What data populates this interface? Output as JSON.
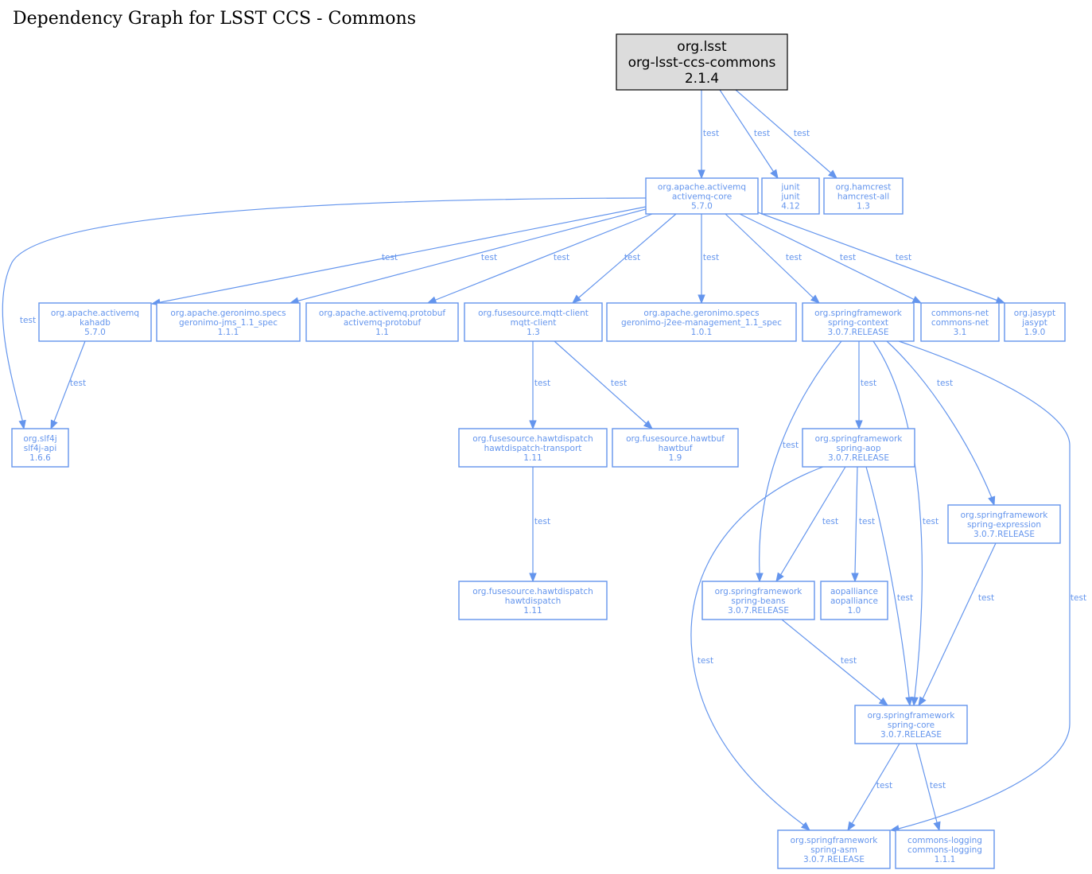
{
  "title": "Dependency Graph for LSST CCS - Commons",
  "colors": {
    "edge": "#6495ed",
    "node_border": "#6495ed",
    "root_fill": "#dcdcdc",
    "root_border": "#000000"
  },
  "nodes": [
    {
      "id": "root",
      "group": "org.lsst",
      "artifact": "org-lsst-ccs-commons",
      "version": "2.1.4",
      "root": true
    },
    {
      "id": "activemq-core",
      "group": "org.apache.activemq",
      "artifact": "activemq-core",
      "version": "5.7.0"
    },
    {
      "id": "junit",
      "group": "junit",
      "artifact": "junit",
      "version": "4.12"
    },
    {
      "id": "hamcrest-all",
      "group": "org.hamcrest",
      "artifact": "hamcrest-all",
      "version": "1.3"
    },
    {
      "id": "kahadb",
      "group": "org.apache.activemq",
      "artifact": "kahadb",
      "version": "5.7.0"
    },
    {
      "id": "geronimo-jms",
      "group": "org.apache.geronimo.specs",
      "artifact": "geronimo-jms_1.1_spec",
      "version": "1.1.1"
    },
    {
      "id": "activemq-protobuf",
      "group": "org.apache.activemq.protobuf",
      "artifact": "activemq-protobuf",
      "version": "1.1"
    },
    {
      "id": "mqtt-client",
      "group": "org.fusesource.mqtt-client",
      "artifact": "mqtt-client",
      "version": "1.3"
    },
    {
      "id": "geronimo-j2ee",
      "group": "org.apache.geronimo.specs",
      "artifact": "geronimo-j2ee-management_1.1_spec",
      "version": "1.0.1"
    },
    {
      "id": "spring-context",
      "group": "org.springframework",
      "artifact": "spring-context",
      "version": "3.0.7.RELEASE"
    },
    {
      "id": "commons-net",
      "group": "commons-net",
      "artifact": "commons-net",
      "version": "3.1"
    },
    {
      "id": "jasypt",
      "group": "org.jasypt",
      "artifact": "jasypt",
      "version": "1.9.0"
    },
    {
      "id": "slf4j-api",
      "group": "org.slf4j",
      "artifact": "slf4j-api",
      "version": "1.6.6"
    },
    {
      "id": "hawtdispatch-transport",
      "group": "org.fusesource.hawtdispatch",
      "artifact": "hawtdispatch-transport",
      "version": "1.11"
    },
    {
      "id": "hawtbuf",
      "group": "org.fusesource.hawtbuf",
      "artifact": "hawtbuf",
      "version": "1.9"
    },
    {
      "id": "spring-aop",
      "group": "org.springframework",
      "artifact": "spring-aop",
      "version": "3.0.7.RELEASE"
    },
    {
      "id": "spring-expression",
      "group": "org.springframework",
      "artifact": "spring-expression",
      "version": "3.0.7.RELEASE"
    },
    {
      "id": "hawtdispatch",
      "group": "org.fusesource.hawtdispatch",
      "artifact": "hawtdispatch",
      "version": "1.11"
    },
    {
      "id": "spring-beans",
      "group": "org.springframework",
      "artifact": "spring-beans",
      "version": "3.0.7.RELEASE"
    },
    {
      "id": "aopalliance",
      "group": "aopalliance",
      "artifact": "aopalliance",
      "version": "1.0"
    },
    {
      "id": "spring-core",
      "group": "org.springframework",
      "artifact": "spring-core",
      "version": "3.0.7.RELEASE"
    },
    {
      "id": "spring-asm",
      "group": "org.springframework",
      "artifact": "spring-asm",
      "version": "3.0.7.RELEASE"
    },
    {
      "id": "commons-logging",
      "group": "commons-logging",
      "artifact": "commons-logging",
      "version": "1.1.1"
    }
  ],
  "edges": [
    {
      "from": "root",
      "to": "activemq-core",
      "label": "test"
    },
    {
      "from": "root",
      "to": "junit",
      "label": "test"
    },
    {
      "from": "root",
      "to": "hamcrest-all",
      "label": "test"
    },
    {
      "from": "activemq-core",
      "to": "slf4j-api",
      "label": "test"
    },
    {
      "from": "activemq-core",
      "to": "kahadb",
      "label": "test"
    },
    {
      "from": "activemq-core",
      "to": "geronimo-jms",
      "label": "test"
    },
    {
      "from": "activemq-core",
      "to": "activemq-protobuf",
      "label": "test"
    },
    {
      "from": "activemq-core",
      "to": "mqtt-client",
      "label": "test"
    },
    {
      "from": "activemq-core",
      "to": "geronimo-j2ee",
      "label": "test"
    },
    {
      "from": "activemq-core",
      "to": "spring-context",
      "label": "test"
    },
    {
      "from": "activemq-core",
      "to": "commons-net",
      "label": "test"
    },
    {
      "from": "activemq-core",
      "to": "jasypt",
      "label": "test"
    },
    {
      "from": "kahadb",
      "to": "slf4j-api",
      "label": "test"
    },
    {
      "from": "mqtt-client",
      "to": "hawtdispatch-transport",
      "label": "test"
    },
    {
      "from": "mqtt-client",
      "to": "hawtbuf",
      "label": "test"
    },
    {
      "from": "hawtdispatch-transport",
      "to": "hawtdispatch",
      "label": "test"
    },
    {
      "from": "spring-context",
      "to": "spring-aop",
      "label": "test"
    },
    {
      "from": "spring-context",
      "to": "spring-beans",
      "label": "test"
    },
    {
      "from": "spring-context",
      "to": "spring-core",
      "label": "test"
    },
    {
      "from": "spring-context",
      "to": "spring-expression",
      "label": "test"
    },
    {
      "from": "spring-context",
      "to": "spring-asm",
      "label": "test"
    },
    {
      "from": "spring-aop",
      "to": "spring-beans",
      "label": "test"
    },
    {
      "from": "spring-aop",
      "to": "aopalliance",
      "label": "test"
    },
    {
      "from": "spring-aop",
      "to": "spring-core",
      "label": "test"
    },
    {
      "from": "spring-aop",
      "to": "spring-asm",
      "label": "test"
    },
    {
      "from": "spring-expression",
      "to": "spring-core",
      "label": "test"
    },
    {
      "from": "spring-beans",
      "to": "spring-core",
      "label": "test"
    },
    {
      "from": "spring-core",
      "to": "spring-asm",
      "label": "test"
    },
    {
      "from": "spring-core",
      "to": "commons-logging",
      "label": "test"
    }
  ]
}
